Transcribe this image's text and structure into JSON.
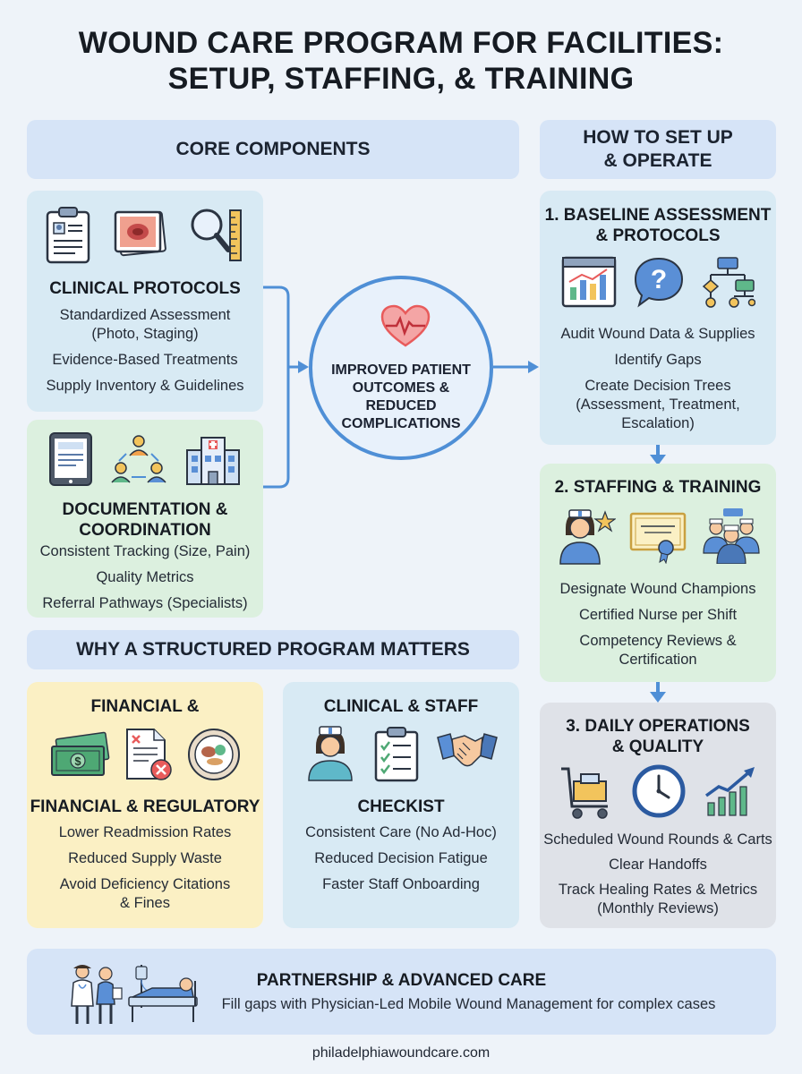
{
  "title": {
    "line1": "WOUND CARE PROGRAM FOR FACILITIES:",
    "line2": "SETUP, STAFFING, & TRAINING"
  },
  "headers": {
    "core": "CORE COMPONENTS",
    "how_line1": "HOW TO SET UP",
    "how_line2": "& OPERATE",
    "why": "WHY A STRUCTURED PROGRAM MATTERS"
  },
  "clinical": {
    "title": "CLINICAL PROTOCOLS",
    "items": [
      "Standardized Assessment",
      "(Photo, Staging)",
      "Evidence-Based Treatments",
      "Supply Inventory & Guidelines"
    ]
  },
  "documentation": {
    "title_line1": "DOCUMENTATION &",
    "title_line2": "COORDINATION",
    "items": [
      "Consistent Tracking (Size, Pain)",
      "Quality Metrics",
      "Referral Pathways (Specialists)"
    ]
  },
  "center": {
    "line1": "IMPROVED PATIENT",
    "line2": "OUTCOMES &",
    "line3": "REDUCED",
    "line4": "COMPLICATIONS"
  },
  "step1": {
    "title_line1": "1. BASELINE ASSESSMENT",
    "title_line2": "& PROTOCOLS",
    "items": [
      "Audit Wound Data & Supplies",
      "Identify Gaps",
      "Create Decision Trees",
      "(Assessment, Treatment,",
      "Escalation)"
    ]
  },
  "step2": {
    "title": "2. STAFFING & TRAINING",
    "items": [
      "Designate Wound Champions",
      "Certified Nurse per Shift",
      "Competency Reviews &",
      "Certification"
    ]
  },
  "step3": {
    "title_line1": "3. DAILY OPERATIONS",
    "title_line2": "& QUALITY",
    "items": [
      "Scheduled Wound Rounds & Carts",
      "Clear Handoffs",
      "Track Healing Rates & Metrics",
      "(Monthly Reviews)"
    ]
  },
  "financial": {
    "top": "FINANCIAL &",
    "title": "FINANCIAL & REGULATORY",
    "items": [
      "Lower Readmission Rates",
      "Reduced Supply Waste",
      "Avoid Deficiency Citations",
      "& Fines"
    ]
  },
  "clinical_staff": {
    "top": "CLINICAL & STAFF",
    "title": "CHECKIST",
    "items": [
      "Consistent Care (No Ad-Hoc)",
      "Reduced Decision Fatigue",
      "Faster Staff Onboarding"
    ]
  },
  "partnership": {
    "title": "PARTNERSHIP & ADVANCED CARE",
    "text": "Fill gaps with Physician-Led Mobile Wound Management for complex cases"
  },
  "footer": {
    "url": "philadelphiawoundcare.com"
  },
  "colors": {
    "accent_blue": "#4f8fd6",
    "panel_blue": "#d8eaf4",
    "panel_green": "#dcf0df",
    "panel_yellow": "#fbf0c4",
    "panel_gray": "#dfe2e8",
    "header_blue": "#d6e4f7",
    "heart_red": "#e85b5b"
  }
}
